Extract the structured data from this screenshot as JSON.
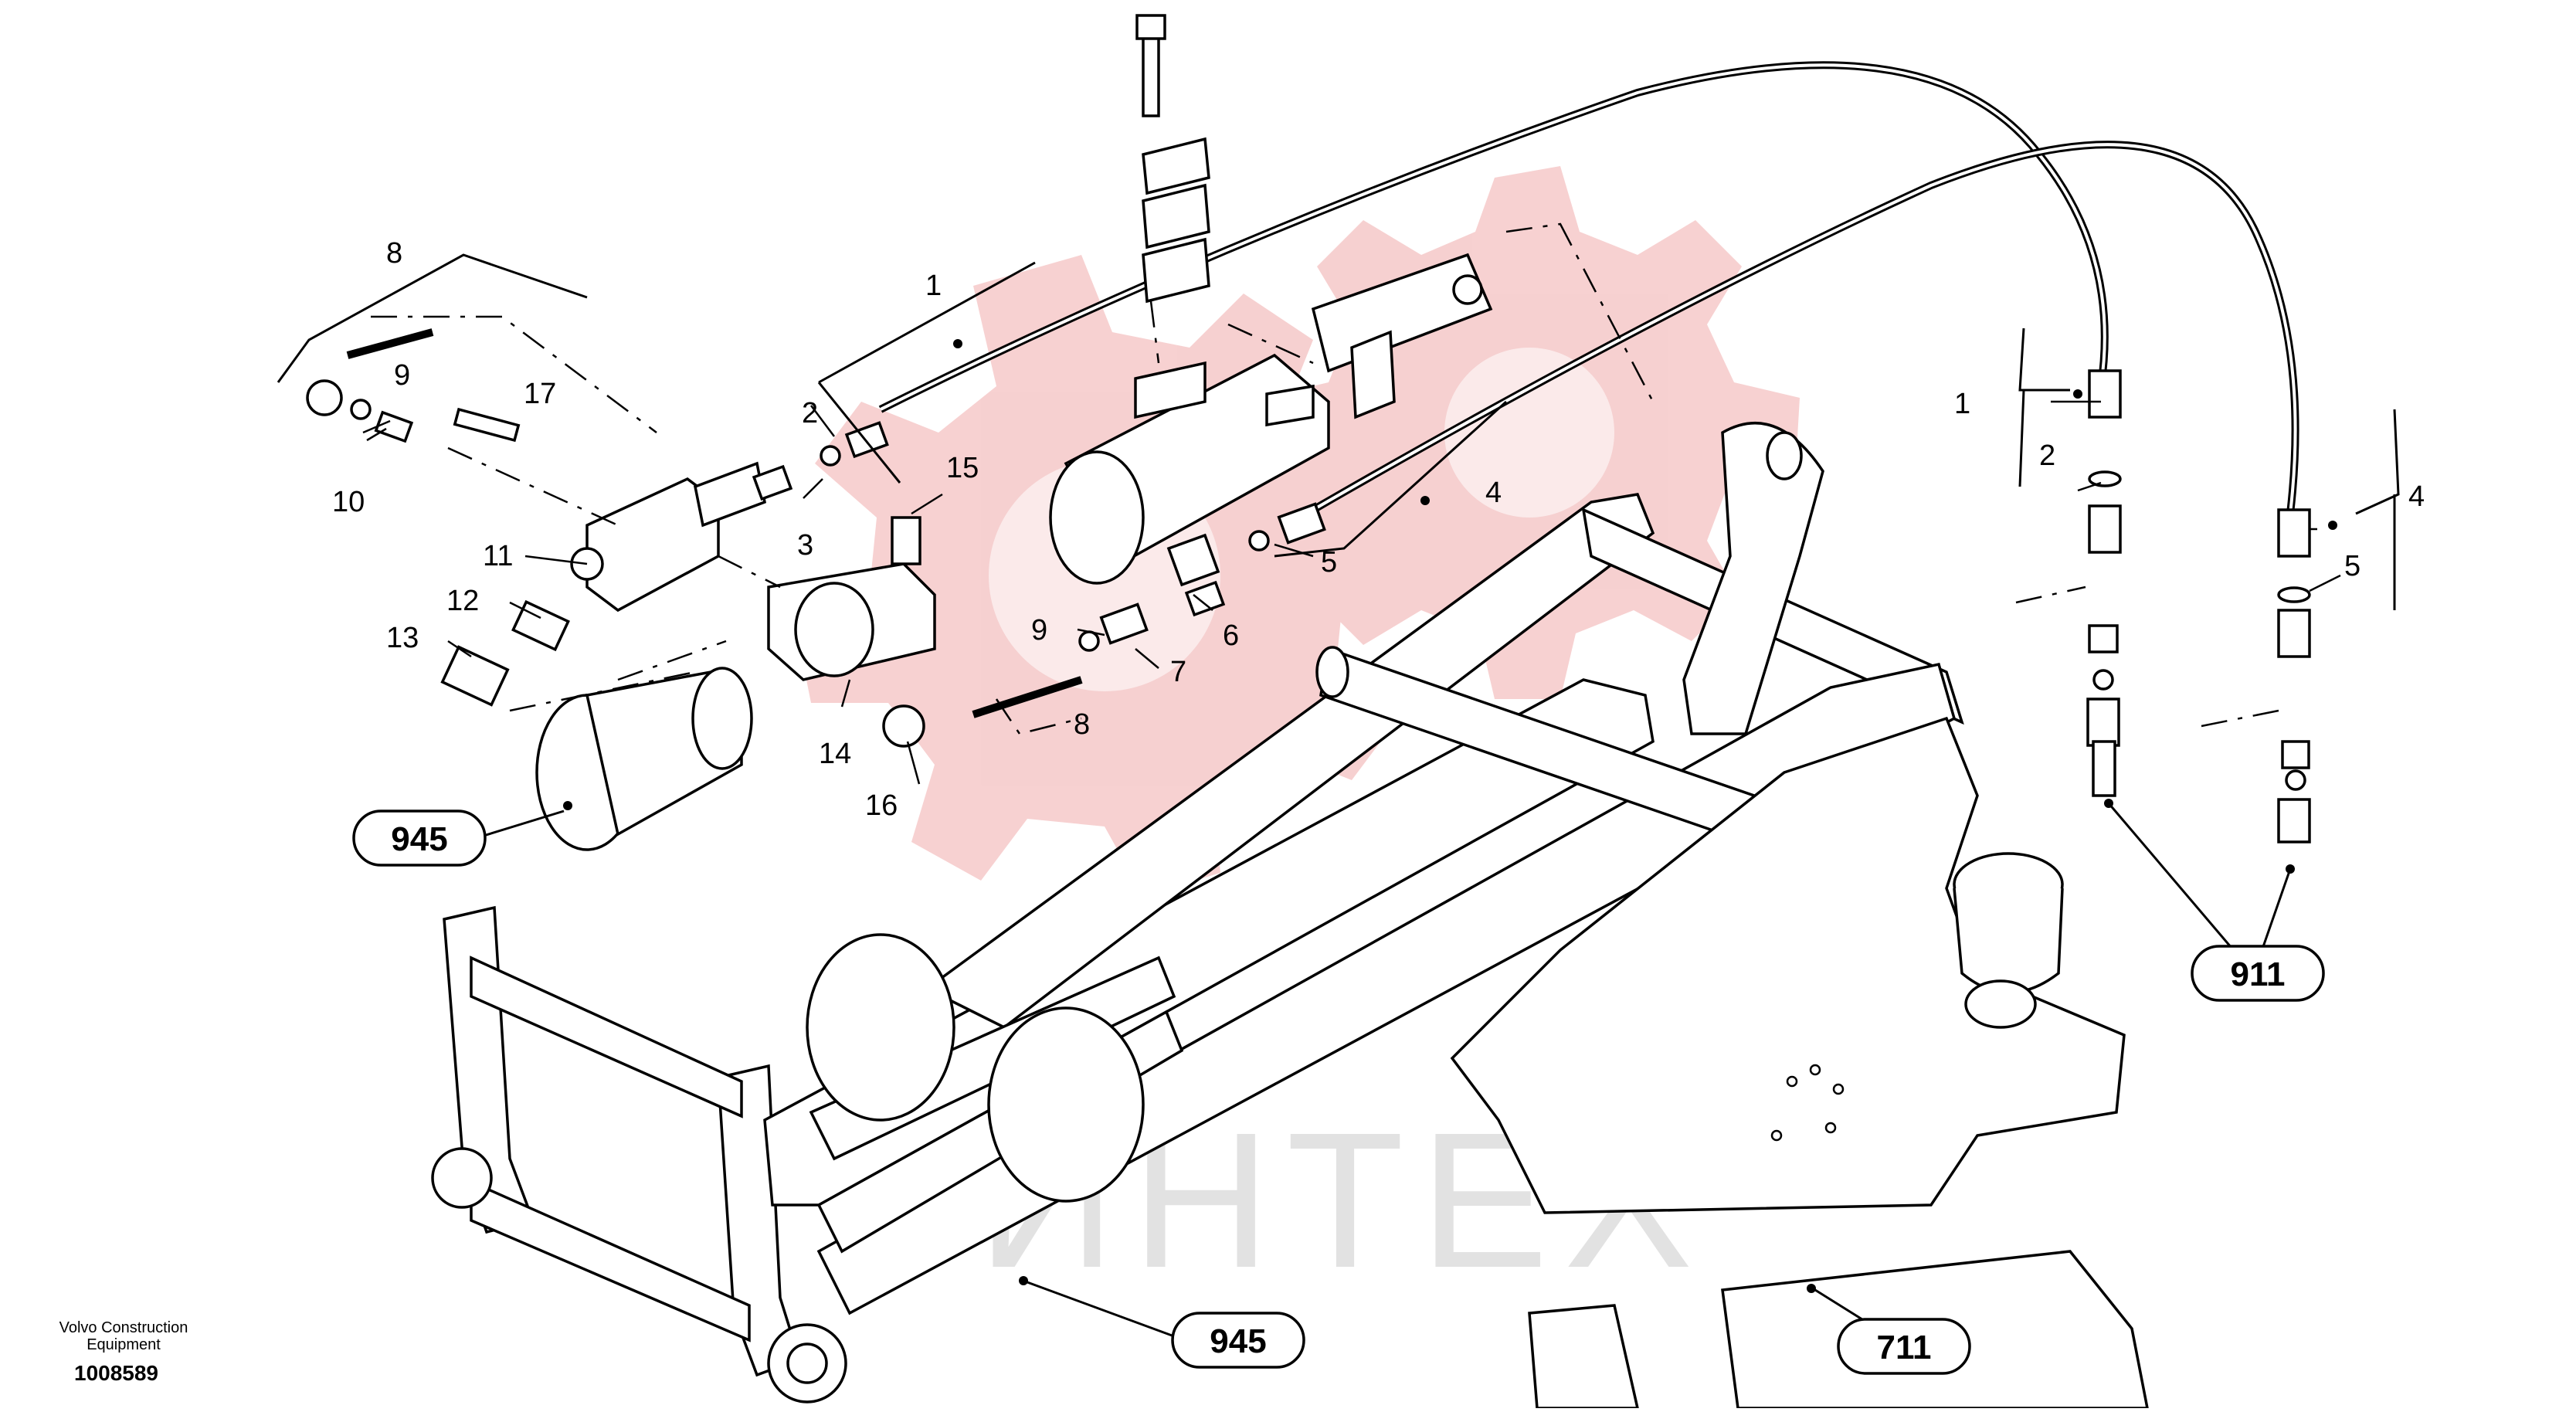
{
  "diagram": {
    "callouts": [
      {
        "id": "c1l",
        "label": "8"
      },
      {
        "id": "c2",
        "label": "9"
      },
      {
        "id": "c3",
        "label": "17"
      },
      {
        "id": "c4",
        "label": "10"
      },
      {
        "id": "c5",
        "label": "1"
      },
      {
        "id": "c6",
        "label": "2"
      },
      {
        "id": "c7",
        "label": "11"
      },
      {
        "id": "c8",
        "label": "3"
      },
      {
        "id": "c9",
        "label": "15"
      },
      {
        "id": "c10",
        "label": "12"
      },
      {
        "id": "c11",
        "label": "13"
      },
      {
        "id": "c12",
        "label": "14"
      },
      {
        "id": "c13",
        "label": "16"
      },
      {
        "id": "c14",
        "label": "9"
      },
      {
        "id": "c15",
        "label": "7"
      },
      {
        "id": "c16",
        "label": "8"
      },
      {
        "id": "c17",
        "label": "6"
      },
      {
        "id": "c18",
        "label": "5"
      },
      {
        "id": "c19",
        "label": "4"
      },
      {
        "id": "c20",
        "label": "1"
      },
      {
        "id": "c21",
        "label": "2"
      },
      {
        "id": "c22",
        "label": "4"
      },
      {
        "id": "c23",
        "label": "5"
      }
    ],
    "references": [
      {
        "id": "r1",
        "label": "945"
      },
      {
        "id": "r2",
        "label": "945"
      },
      {
        "id": "r3",
        "label": "911"
      },
      {
        "id": "r4",
        "label": "711"
      }
    ],
    "watermark": "ИНТЕХ",
    "brand": "Volvo Construction Equipment",
    "drawing_number": "1008589",
    "watermark_color": "#f4c6c6"
  }
}
